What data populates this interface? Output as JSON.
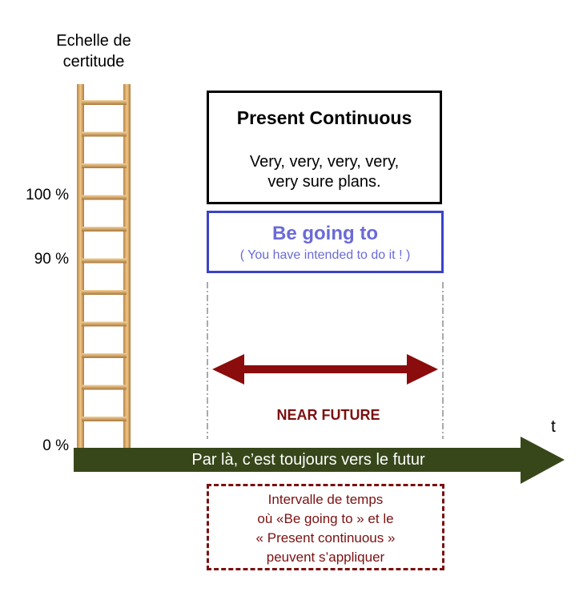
{
  "scale": {
    "title_line1": "Echelle de",
    "title_line2": "certitude",
    "marks": [
      "100 %",
      "90 %",
      "0 %"
    ]
  },
  "present_continuous": {
    "title": "Present Continuous",
    "desc_line1": "Very, very, very, very,",
    "desc_line2": "very sure plans."
  },
  "be_going_to": {
    "title": "Be going to",
    "subtitle": "( You have intended to do it ! )"
  },
  "near_future": "NEAR FUTURE",
  "time_axis": {
    "label": "t",
    "arrow_text": "Par là, c’est toujours vers le futur"
  },
  "interval_box": {
    "lines": [
      "Intervalle de temps",
      "où «Be going to » et le",
      "« Present continuous »",
      "peuvent s’appliquer"
    ]
  },
  "colors": {
    "blue_border": "#3a42c8",
    "blue_text": "#6a6ad8",
    "dark_red": "#7b1010",
    "arrow_green": "#37471a",
    "ladder_wood": "#d8a560"
  }
}
